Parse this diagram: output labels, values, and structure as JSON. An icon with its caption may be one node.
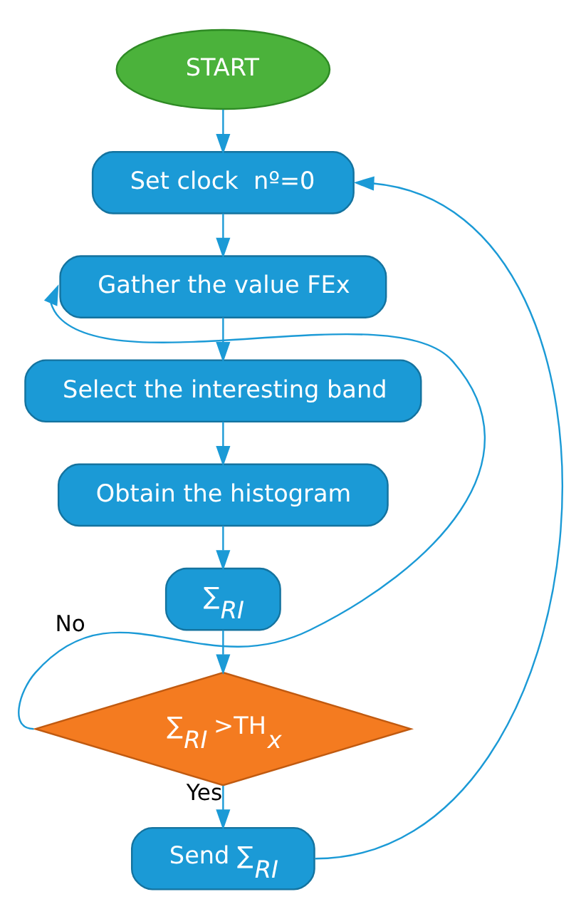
{
  "diagram": {
    "nodes": [
      {
        "text": [
          "START"
        ]
      },
      {
        "text": [
          "Set clock  nº=0"
        ]
      },
      {
        "text": [
          "Gather the value FEx"
        ]
      },
      {
        "text": [
          "Select the interesting band"
        ]
      },
      {
        "text": [
          "Obtain the histogram"
        ]
      },
      {
        "text": [
          "∑$_{RI}$"
        ]
      },
      {
        "text": [
          "∑$_{RI}$ >TH$_{x}$"
        ]
      },
      {
        "text": [
          "Send ∑$_{RI}$"
        ]
      }
    ],
    "edges": [
      {
        "from": 0,
        "to": 1,
        "arrow": "to"
      },
      {
        "from": 1,
        "to": 2,
        "arrow": "to"
      },
      {
        "from": 2,
        "to": 3,
        "arrow": "to"
      },
      {
        "from": 3,
        "to": 4,
        "arrow": "to"
      },
      {
        "from": 4,
        "to": 5,
        "arrow": "to"
      },
      {
        "from": 5,
        "to": 6,
        "arrow": "to"
      },
      {
        "from": 6,
        "to": 7,
        "arrow": "to",
        "label": "Yes"
      },
      {
        "from": 6,
        "to": 2,
        "arrow": "to",
        "label": "No"
      },
      {
        "from": 7,
        "to": 1,
        "arrow": "to"
      }
    ]
  }
}
